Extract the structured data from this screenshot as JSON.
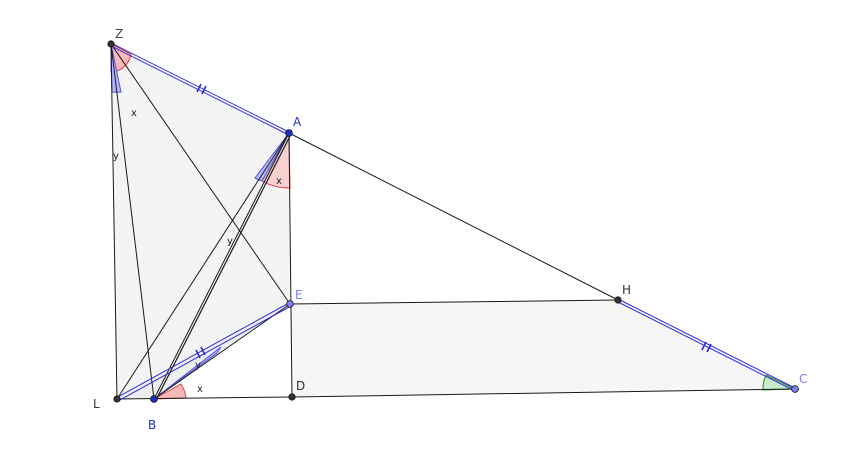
{
  "points": {
    "Z": {
      "label": "Z",
      "color": "#222222",
      "label_color": "#444444"
    },
    "A": {
      "label": "A",
      "color": "#1f2fc0",
      "label_color": "#1f2fc0"
    },
    "L": {
      "label": "L",
      "color": "#222222",
      "label_color": "#333333"
    },
    "B": {
      "label": "B",
      "color": "#1f2fc0",
      "label_color": "#1f2fc0"
    },
    "E": {
      "label": "E",
      "color": "#7e7ef0",
      "label_color": "#7e7ef0"
    },
    "D": {
      "label": "D",
      "color": "#222222",
      "label_color": "#333333"
    },
    "H": {
      "label": "H",
      "color": "#222222",
      "label_color": "#333333"
    },
    "C": {
      "label": "C",
      "color": "#7e7ef0",
      "label_color": "#7e7ef0"
    }
  },
  "angle_labels": {
    "x_at_Z": "x",
    "y_at_Z": "y",
    "x_at_A": "x",
    "y_at_A": "y",
    "y_at_B": "y",
    "x_at_B": "x"
  },
  "colors": {
    "segment": "#1a1a1a",
    "highlight": "#2a2ad0",
    "fill": "#f2f2f2",
    "red_angle": "#e04040",
    "blue_angle": "#5050e0",
    "green_angle": "#2a8a2a"
  }
}
